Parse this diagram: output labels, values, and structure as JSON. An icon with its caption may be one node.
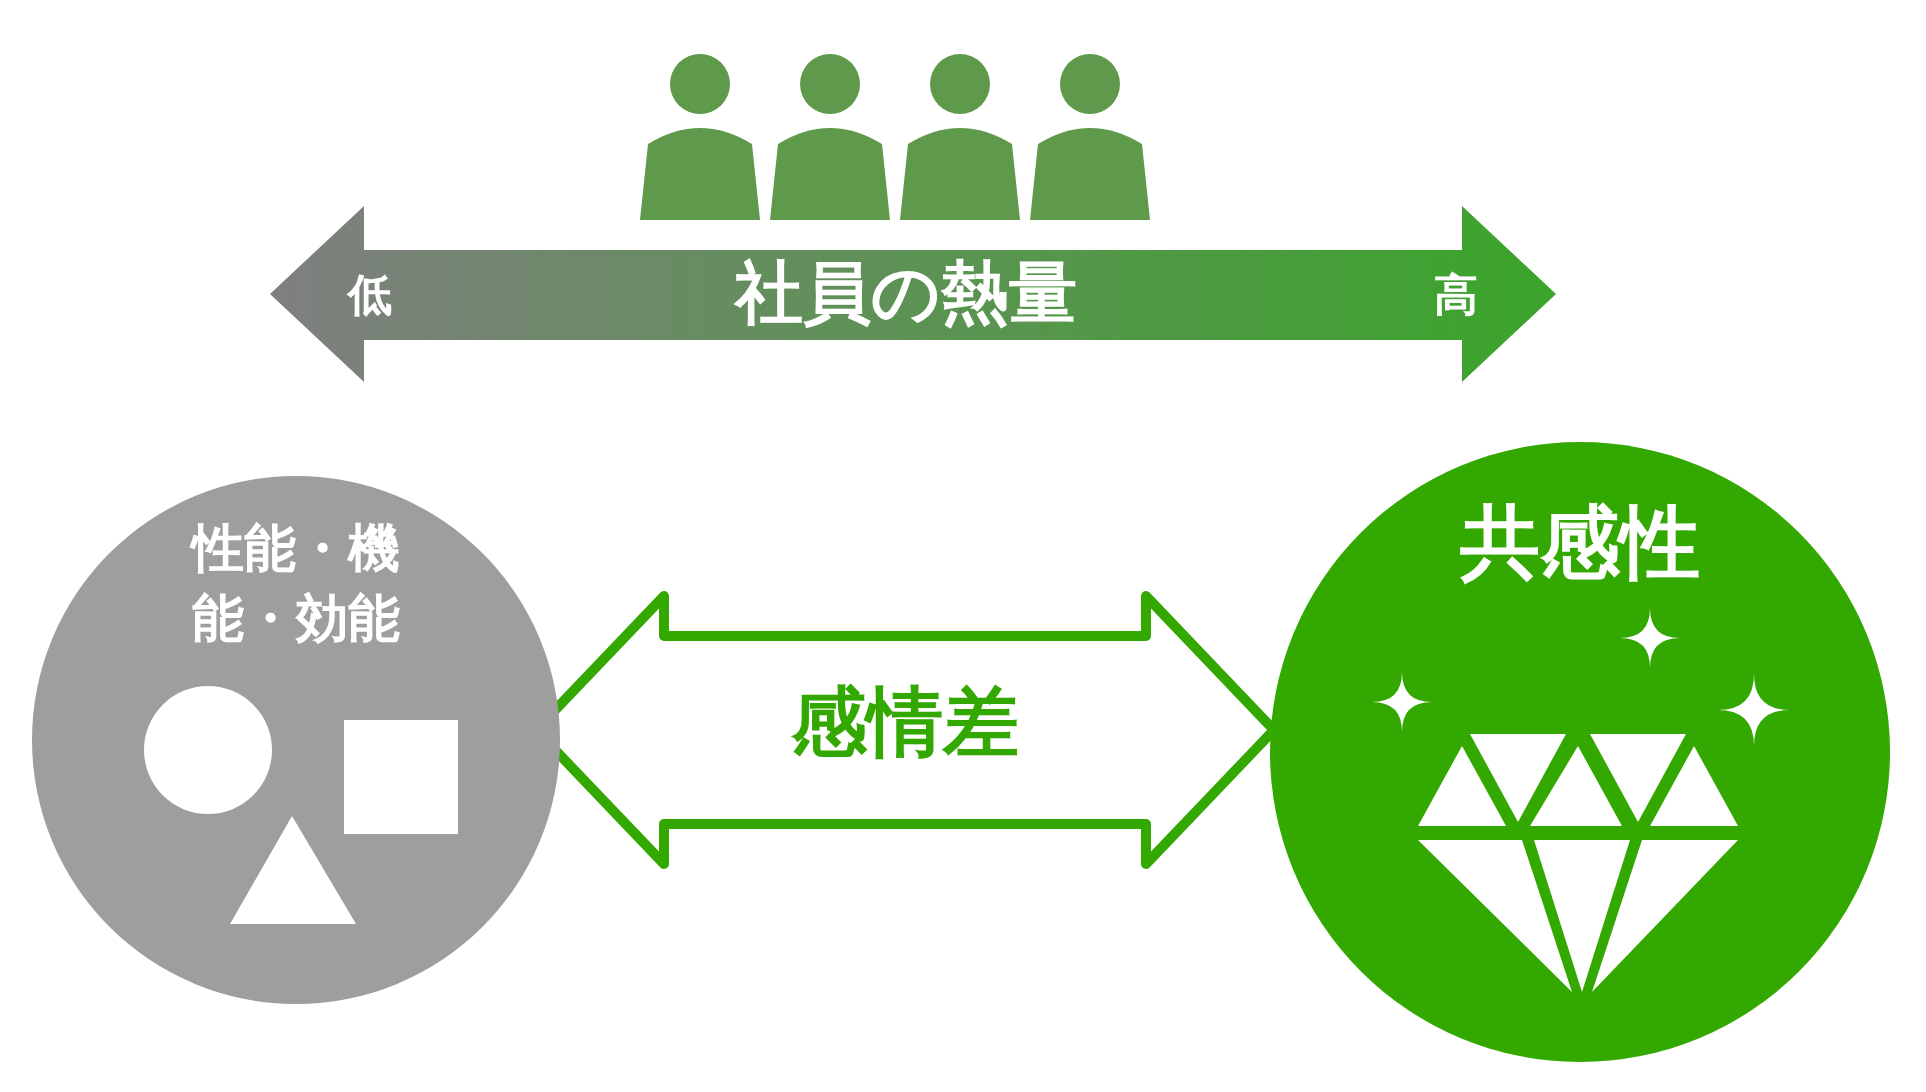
{
  "diagram": {
    "nodes": [
      {
        "text": [
          "性能・機能・効能"
        ]
      },
      {
        "text": [
          "共感性"
        ]
      }
    ],
    "edges": [
      {
        "from": 0,
        "to": 1,
        "arrow": "both",
        "label": "感情差"
      }
    ],
    "labels": [
      "社員の熱量",
      "低",
      "高"
    ]
  }
}
